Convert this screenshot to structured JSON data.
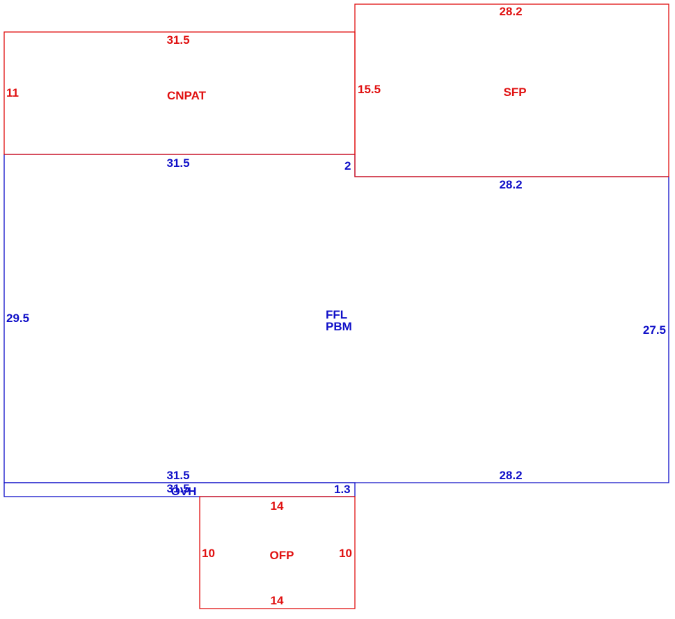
{
  "colors": {
    "red": "#e01010",
    "blue": "#1010c8"
  },
  "sections": {
    "cnpat": {
      "name": "CNPAT",
      "top": "31.5",
      "side": "11",
      "bottom": "31.5"
    },
    "sfp": {
      "name": "SFP",
      "top": "28.2",
      "side": "15.5",
      "bottom": "28.2"
    },
    "main": {
      "name1": "FFL",
      "name2": "PBM",
      "left_top": "31.5",
      "step": "2",
      "left": "29.5",
      "right": "27.5",
      "bottom_left": "31.5",
      "bottom_right": "28.2"
    },
    "ovh": {
      "name": "OVH",
      "top": "31.5",
      "side": "1.3"
    },
    "ofp": {
      "name": "OFP",
      "top": "14",
      "left": "10",
      "right": "10",
      "bottom": "14"
    }
  }
}
